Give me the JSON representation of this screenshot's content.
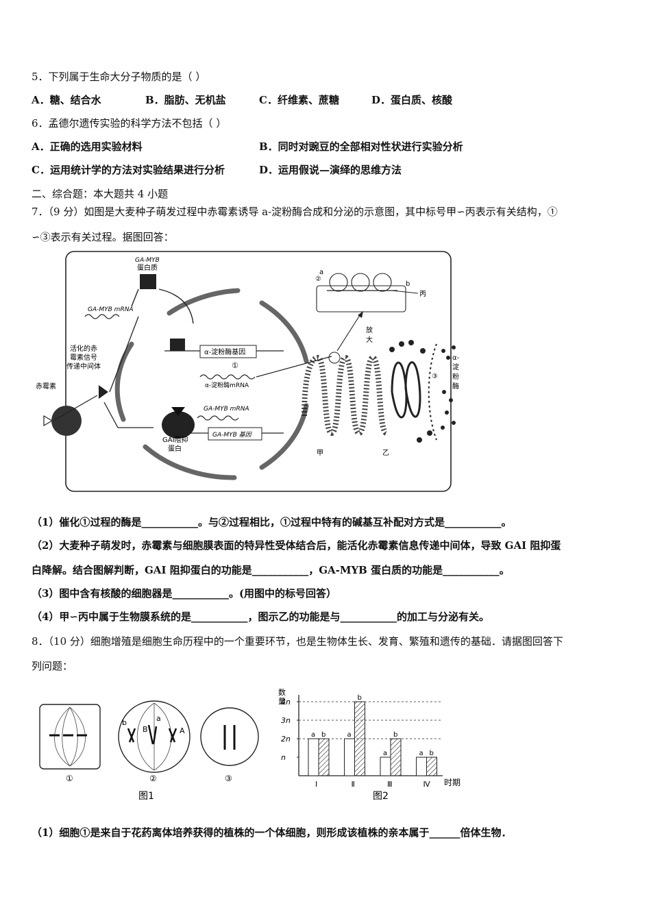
{
  "q5": {
    "stem": "5．下列属于生命大分子物质的是（  ）",
    "options": [
      "A．糖、结合水",
      "B．脂肪、无机盐",
      "C．纤维素、蔗糖",
      "D．蛋白质、核酸"
    ]
  },
  "q6": {
    "stem": "6．孟德尔遗传实验的科学方法不包括（      ）",
    "options": [
      "A．正确的选用实验材料",
      "B．同时对豌豆的全部相对性状进行实验分析",
      "C．运用统计学的方法对实验结果进行分析",
      "D．运用假说—演绎的思维方法"
    ]
  },
  "section2": "二、综合题：本大题共 4 小题",
  "q7": {
    "stem_line1": "7．（9 分）如图是大麦种子萌发过程中赤霉素诱导 a-淀粉酶合成和分泌的示意图，其中标号甲∽丙表示有关结构，①",
    "stem_line2": "∽③表示有关过程。据图回答：",
    "fig": {
      "ga_myb_protein": "GA-MYB",
      "ga_myb_protein2": "蛋白质",
      "ga_myb_mrna_top": "GA-MYB mRNA",
      "signal1": "活化的赤",
      "signal2": "霉素信号",
      "signal3": "传递中间体",
      "gibberellin": "赤霉素",
      "amylase_gene": "α-淀粉酶基因",
      "circle1": "①",
      "amylase_mrna": "α-淀粉酶mRNA",
      "ga_myb_mrna": "GA-MYB mRNA",
      "gai1": "GAI阻抑",
      "gai2": "蛋白",
      "ga_myb_gene": "GA-MYB 基因",
      "circle2": "②",
      "a": "a",
      "b": "b",
      "bing": "丙",
      "fang": "放",
      "da": "大",
      "circle3": "③",
      "amy1": "α-",
      "amy2": "淀",
      "amy3": "粉",
      "amy4": "酶",
      "jia": "甲",
      "yi": "乙"
    },
    "sub1": "（1）催化①过程的酶是___________。与②过程相比，①过程中特有的碱基互补配对方式是___________。",
    "sub2a": "（2）大麦种子萌发时，赤霉素与细胞膜表面的特异性受体结合后，能活化赤霉素信息传递中间体，导致 GAI 阻抑蛋",
    "sub2b": "白降解。结合图解判断，GAI 阻抑蛋白的功能是___________，GA-MYB 蛋白质的功能是___________。",
    "sub3": "（3）图中含有核酸的细胞器是___________。(用图中的标号回答）",
    "sub4": "（4）甲∽丙中属于生物膜系统的是___________，图示乙的功能是与___________的加工与分泌有关。"
  },
  "q8": {
    "stem_line1": "8．（10 分）细胞增殖是细胞生命历程中的一个重要环节，也是生物体生长、发育、繁殖和遗传的基础．请据图回答下",
    "stem_line2": "列问题：",
    "fig1": {
      "c1": "①",
      "c2": "②",
      "c3": "③",
      "a": "a",
      "b": "b",
      "A": "A",
      "B": "B",
      "caption": "图1"
    },
    "fig2": {
      "ylabel1": "数",
      "ylabel2": "量",
      "xlabel": "时期",
      "caption": "图2",
      "bar_a": "a",
      "bar_b": "b"
    },
    "sub1": "（1）细胞①是来自于花药离体培养获得的植株的一个体细胞，则形成该植株的亲本属于______倍体生物．"
  },
  "chart_data": {
    "type": "bar",
    "categories": [
      "Ⅰ",
      "Ⅱ",
      "Ⅲ",
      "Ⅳ"
    ],
    "series": [
      {
        "name": "a",
        "values": [
          2,
          2,
          1,
          1
        ]
      },
      {
        "name": "b",
        "values": [
          2,
          4,
          2,
          1
        ]
      }
    ],
    "ytick_labels": [
      "n",
      "2n",
      "3n",
      "4n"
    ],
    "ylim": [
      0,
      4
    ],
    "xlabel": "时期",
    "ylabel": "数量"
  }
}
